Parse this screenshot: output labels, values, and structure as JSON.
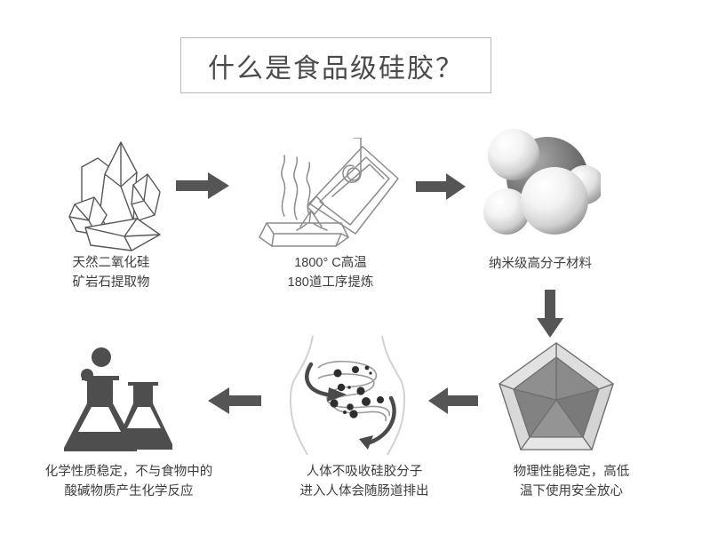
{
  "page": {
    "background_color": "#ffffff",
    "text_color": "#3d3d3d",
    "accent_color": "#555555",
    "border_color": "#b9b9b9"
  },
  "header": {
    "title": "什么是食品级硅胶？"
  },
  "flow": {
    "steps": [
      {
        "id": "step-1",
        "icon": "quartz-crystal-cluster-icon",
        "caption_line1": "天然二氧化硅",
        "caption_line2": "矿岩石提取物"
      },
      {
        "id": "step-2",
        "icon": "smelting-ladle-pour-icon",
        "caption_line1": "1800° C高温",
        "caption_line2": "180道工序提炼"
      },
      {
        "id": "step-3",
        "icon": "molecule-model-icon",
        "caption_line1": "纳米级高分子材料",
        "caption_line2": ""
      },
      {
        "id": "step-4",
        "icon": "pentagon-gem-icon",
        "caption_line1": "物理性能稳定，高低",
        "caption_line2": "温下使用安全放心"
      },
      {
        "id": "step-5",
        "icon": "human-intestine-icon",
        "caption_line1": "人体不吸收硅胶分子",
        "caption_line2": "进入人体会随肠道排出"
      },
      {
        "id": "step-6",
        "icon": "laboratory-flasks-icon",
        "caption_line1": "化学性质稳定，不与食物中的",
        "caption_line2": "酸碱物质产生化学反应"
      }
    ],
    "arrows": [
      {
        "id": "arrow-1",
        "direction": "right",
        "icon": "arrow-right-icon"
      },
      {
        "id": "arrow-2",
        "direction": "right",
        "icon": "arrow-right-icon"
      },
      {
        "id": "arrow-3",
        "direction": "down",
        "icon": "arrow-down-icon"
      },
      {
        "id": "arrow-4",
        "direction": "left",
        "icon": "arrow-left-icon"
      },
      {
        "id": "arrow-5",
        "direction": "left",
        "icon": "arrow-left-icon"
      }
    ]
  }
}
